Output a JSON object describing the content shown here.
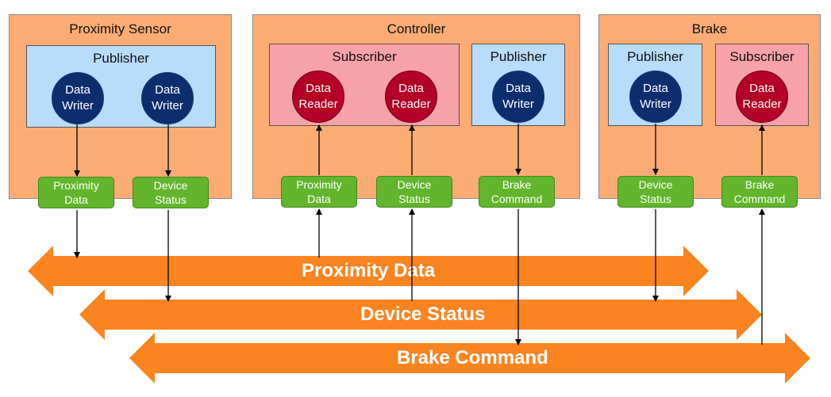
{
  "participants": {
    "proximity_sensor": {
      "title": "Proximity Sensor",
      "publisher": {
        "label": "Publisher",
        "writers": [
          {
            "line1": "Data",
            "line2": "Writer"
          },
          {
            "line1": "Data",
            "line2": "Writer"
          }
        ]
      },
      "topics": [
        {
          "line1": "Proximity",
          "line2": "Data"
        },
        {
          "line1": "Device",
          "line2": "Status"
        }
      ]
    },
    "controller": {
      "title": "Controller",
      "subscriber": {
        "label": "Subscriber",
        "readers": [
          {
            "line1": "Data",
            "line2": "Reader"
          },
          {
            "line1": "Data",
            "line2": "Reader"
          }
        ]
      },
      "publisher": {
        "label": "Publisher",
        "writers": [
          {
            "line1": "Data",
            "line2": "Writer"
          }
        ]
      },
      "topics": [
        {
          "line1": "Proximity",
          "line2": "Data"
        },
        {
          "line1": "Device",
          "line2": "Status"
        },
        {
          "line1": "Brake",
          "line2": "Command"
        }
      ]
    },
    "brake": {
      "title": "Brake",
      "publisher": {
        "label": "Publisher",
        "writers": [
          {
            "line1": "Data",
            "line2": "Writer"
          }
        ]
      },
      "subscriber": {
        "label": "Subscriber",
        "readers": [
          {
            "line1": "Data",
            "line2": "Reader"
          }
        ]
      },
      "topics": [
        {
          "line1": "Device",
          "line2": "Status"
        },
        {
          "line1": "Brake",
          "line2": "Command"
        }
      ]
    }
  },
  "buses": [
    {
      "label": "Proximity Data"
    },
    {
      "label": "Device Status"
    },
    {
      "label": "Brake Command"
    }
  ],
  "colors": {
    "participant_fill": "#fbac74",
    "publisher_fill": "#b9dcfb",
    "subscriber_fill": "#f7a2a8",
    "writer_fill": "#0e2d6e",
    "reader_fill": "#b40024",
    "topic_fill": "#62b52c",
    "bus_fill": "#f98420"
  }
}
